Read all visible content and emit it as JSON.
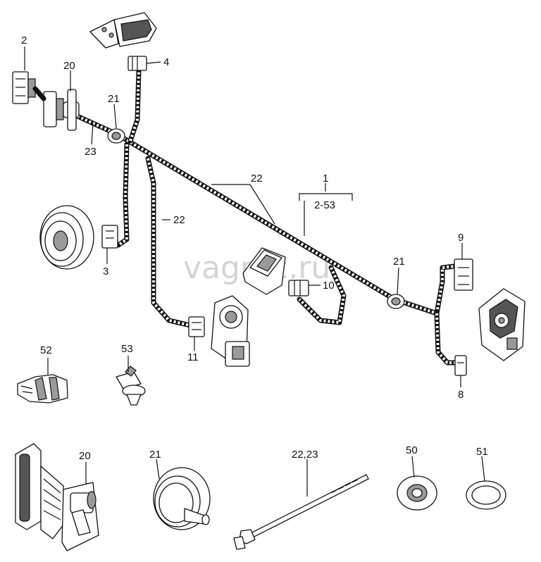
{
  "watermark": "vagrec.ru",
  "callouts": {
    "c1": "1",
    "c1_sub": "2-53",
    "c2": "2",
    "c3": "3",
    "c4": "4",
    "c8": "8",
    "c9": "9",
    "c10": "10",
    "c11": "11",
    "c20_top": "20",
    "c21_top": "21",
    "c21_right": "21",
    "c22_top": "22",
    "c22_left": "22",
    "c23": "23",
    "c52": "52",
    "c53": "53",
    "c20_bottom": "20",
    "c21_bottom": "21",
    "c2223": "22,23",
    "c50": "50",
    "c51": "51"
  }
}
